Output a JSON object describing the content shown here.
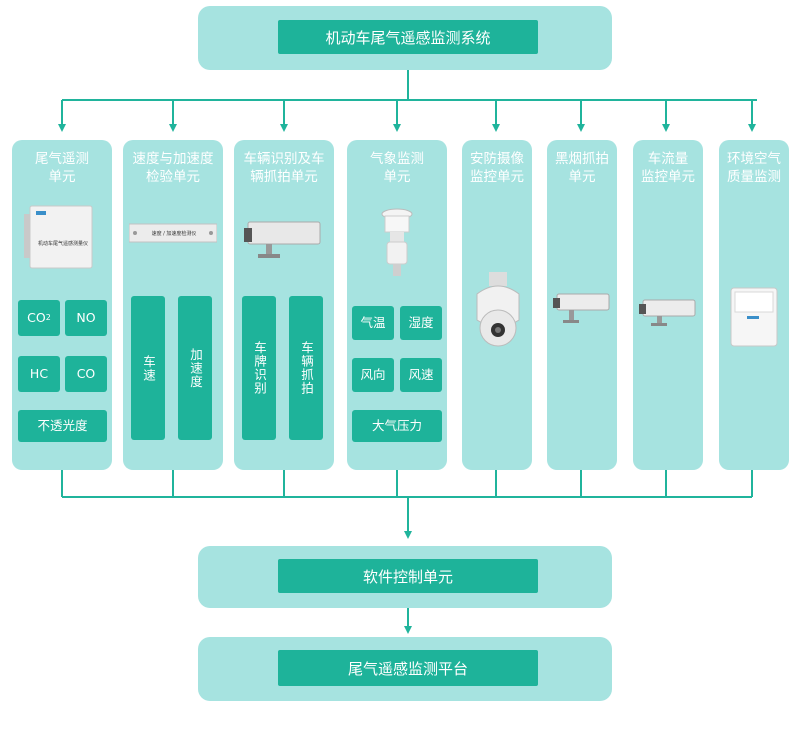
{
  "top": {
    "title": "机动车尾气遥感监测系统"
  },
  "units": [
    {
      "title": "尾气遥测\n单元",
      "device": {
        "label": "机动车尾气遥感测量仪"
      },
      "tiles": [
        "CO2",
        "NO",
        "HC",
        "CO",
        "不透光度"
      ],
      "co2": {
        "base": "CO",
        "sub": "2"
      }
    },
    {
      "title": "速度与加速度\n检验单元",
      "device": {
        "label": "速度 / 加速度检测仪"
      },
      "tiles": [
        "车速",
        "加速度"
      ]
    },
    {
      "title": "车辆识别及车\n辆抓拍单元",
      "tiles": [
        "车牌识别",
        "车辆抓拍"
      ]
    },
    {
      "title": "气象监测\n单元",
      "tiles": [
        "气温",
        "湿度",
        "风向",
        "风速",
        "大气压力"
      ]
    },
    {
      "title": "安防摄像\n监控单元"
    },
    {
      "title": "黑烟抓拍\n单元"
    },
    {
      "title": "车流量\n监控单元"
    },
    {
      "title": "环境空气\n质量监测"
    }
  ],
  "middle": {
    "title": "软件控制单元"
  },
  "bottom": {
    "title": "尾气遥感监测平台"
  },
  "colors": {
    "panel": "#a6e3e0",
    "accent": "#1eb39a",
    "arrow": "#20b49c"
  }
}
